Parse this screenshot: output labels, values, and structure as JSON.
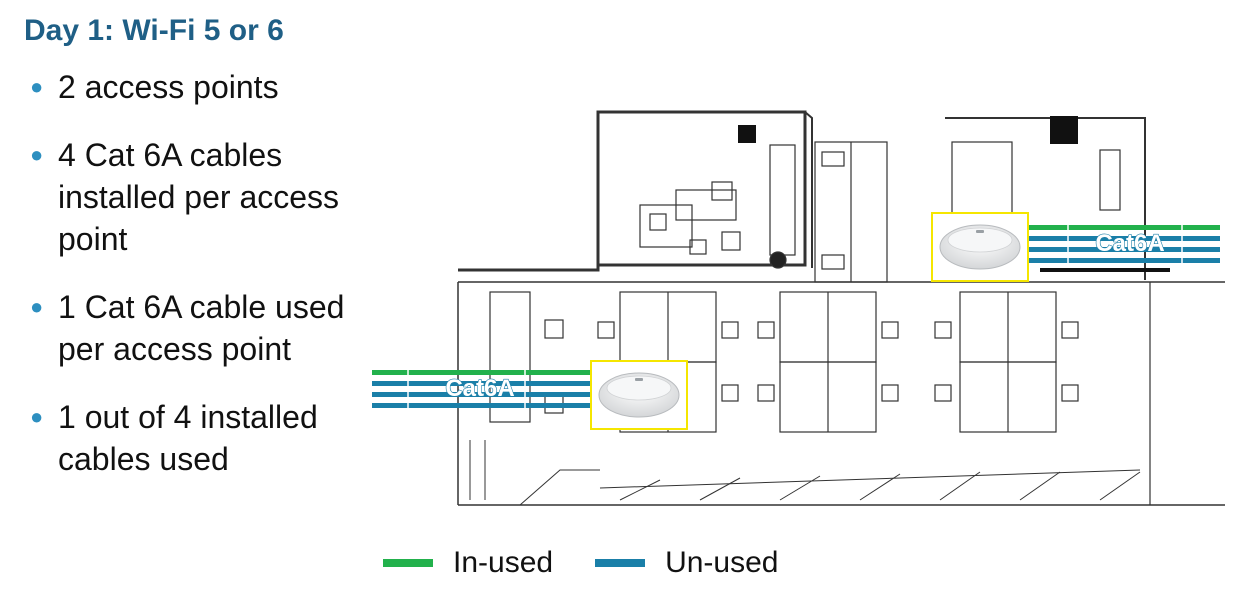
{
  "title": "Day 1: Wi-Fi 5 or 6",
  "bullets": [
    "2 access points",
    "4 Cat 6A cables installed per access point",
    "1 Cat 6A cable used per access point",
    "1 out of 4 installed cables used"
  ],
  "diagram": {
    "cable_label_left": "Cat6A",
    "cable_label_right": "Cat6A",
    "access_point_count": 2,
    "cables_per_access_point": 4,
    "cables_used_per_access_point": 1
  },
  "legend": {
    "in_used": "In-used",
    "un_used": "Un-used"
  },
  "colors": {
    "title": "#1f5f86",
    "bullet": "#2d8fc0",
    "in_used": "#22b14c",
    "un_used": "#1a7fa8",
    "ap_border": "#f5e600"
  }
}
